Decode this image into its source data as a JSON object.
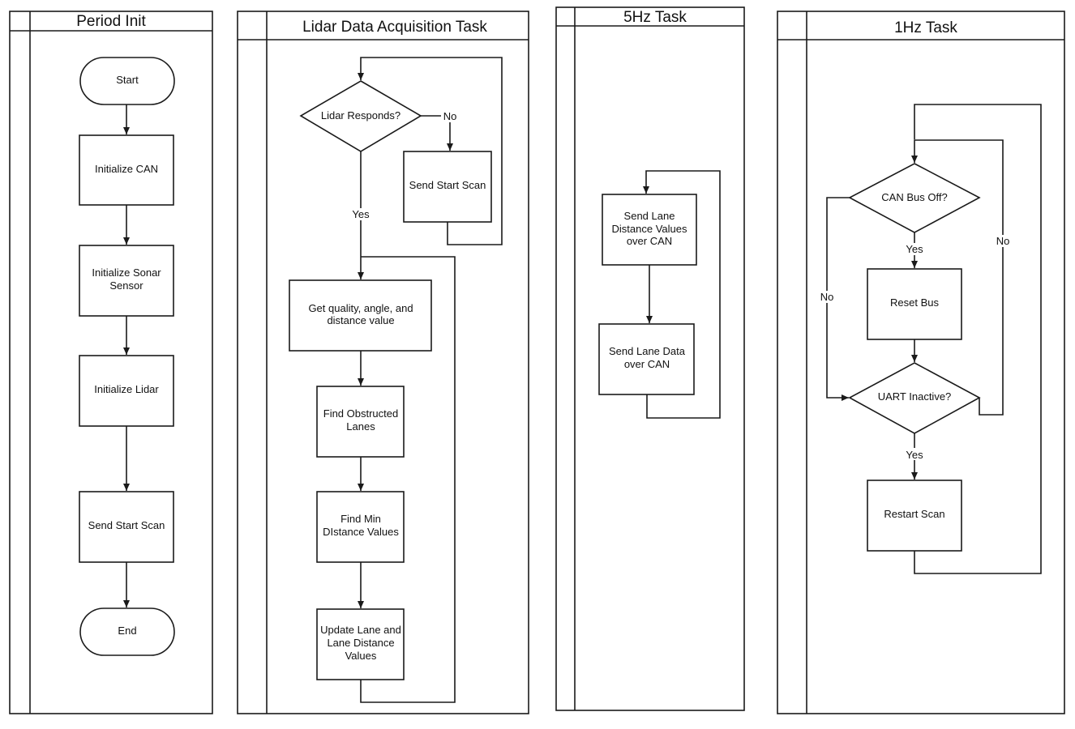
{
  "lanes": {
    "period_init": "Period Init",
    "lidar": "Lidar Data Acquisition Task",
    "hz5": "5Hz Task",
    "hz1": "1Hz Task"
  },
  "nodes": {
    "start": "Start",
    "init_can": "Initialize CAN",
    "init_sonar": [
      "Initialize Sonar",
      "Sensor"
    ],
    "init_lidar": "Initialize Lidar",
    "send_start_scan_init": "Send Start Scan",
    "end": "End",
    "lidar_responds": "Lidar Responds?",
    "send_start_scan": "Send Start Scan",
    "get_quality": [
      "Get quality, angle, and",
      "distance value"
    ],
    "find_obstructed": [
      "Find Obstructed",
      "Lanes"
    ],
    "find_min": [
      "Find Min",
      "DIstance Values"
    ],
    "update_lane": [
      "Update Lane and",
      "Lane Distance",
      "Values"
    ],
    "send_lane_distance": [
      "Send Lane",
      "Distance Values",
      "over CAN"
    ],
    "send_lane_data": [
      "Send Lane Data",
      "over CAN"
    ],
    "can_bus_off": "CAN Bus Off?",
    "reset_bus": "Reset Bus",
    "uart_inactive": "UART Inactive?",
    "restart_scan": "Restart Scan"
  },
  "edge_labels": {
    "no_lidar": "No",
    "yes_lidar": "Yes",
    "yes_can": "Yes",
    "no_can": "No",
    "no_uart": "No",
    "yes_uart": "Yes"
  }
}
